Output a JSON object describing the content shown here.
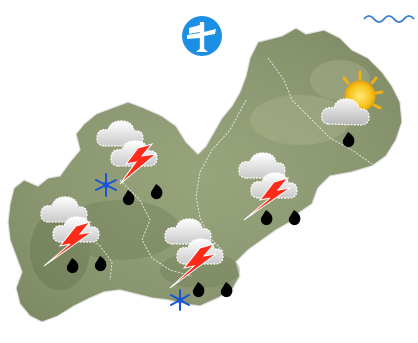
{
  "colors": {
    "land": "#8c9a72",
    "land_dark": "#6f7d58",
    "land_light": "#a7b08a",
    "border": "#e6e6e6",
    "sea_wave": "#3a7fd0",
    "compass_blue": "#1a8fe3",
    "bolt": "#ff2a1a",
    "snow": "#1a55d8",
    "sun": "#f5c21b",
    "drop": "#000000",
    "cloud": "#dcdcdc"
  },
  "icons": {
    "compass": "wind-vane-icon",
    "sea": "sea-wave-icon",
    "forecasts": [
      {
        "name": "forecast-northeast",
        "type": "sun-cloud-rain"
      },
      {
        "name": "forecast-northwest",
        "type": "thunderstorm-snow"
      },
      {
        "name": "forecast-center",
        "type": "thunderstorm-rain"
      },
      {
        "name": "forecast-west",
        "type": "thunderstorm-rain"
      },
      {
        "name": "forecast-south",
        "type": "thunderstorm-snow"
      }
    ]
  }
}
